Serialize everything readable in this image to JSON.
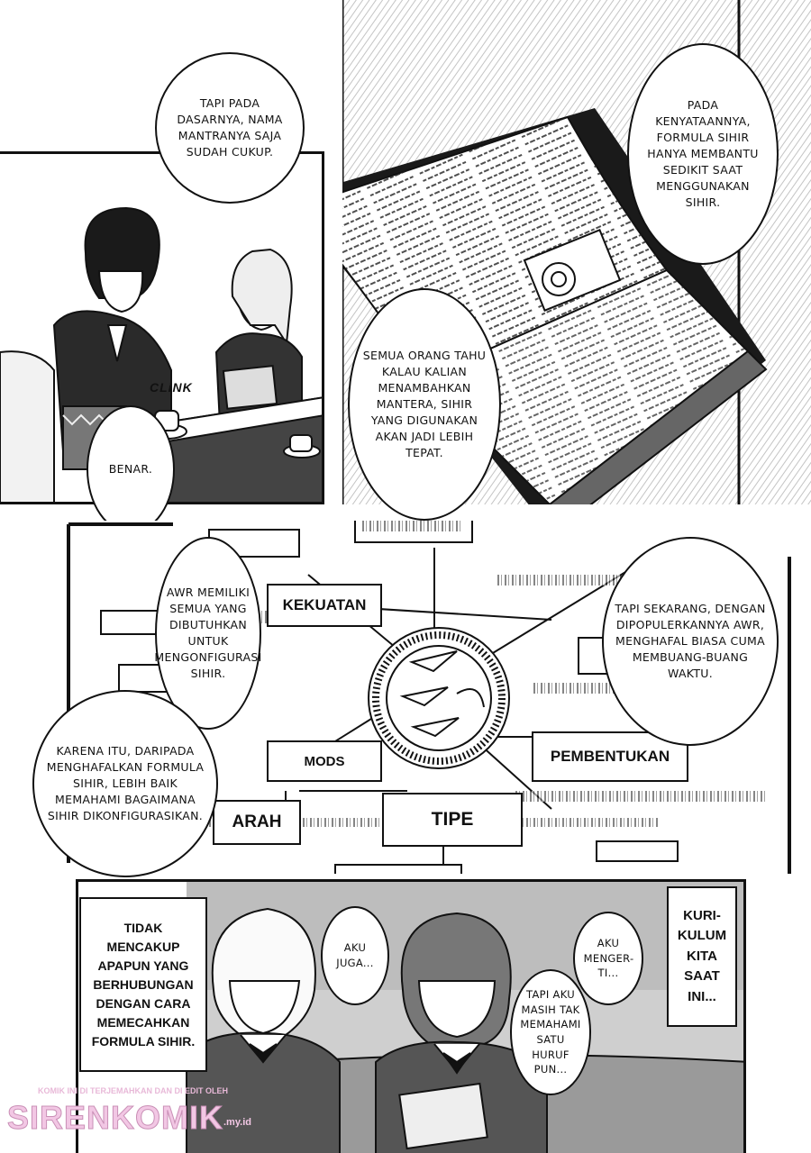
{
  "panel_top": {
    "bubbles": [
      "TAPI PADA DASARNYA, NAMA MANTRANYA SAJA SUDAH CUKUP.",
      "PADA KENYATAANNYA, FORMULA SIHIR HANYA MEMBANTU SEDIKIT SAAT MENGGUNAKAN SIHIR.",
      "SEMUA ORANG TAHU KALAU KALIAN MENAMBAHKAN MANTERA, SIHIR YANG DIGUNAKAN AKAN JADI LEBIH TEPAT.",
      "BENAR."
    ],
    "sfx": "CLiNK"
  },
  "panel_middle": {
    "bubbles": [
      "AWR MEMILIKI SEMUA YANG DIBUTUHKAN UNTUK MENGONFIGURASI SIHIR.",
      "TAPI SEKARANG, DENGAN DIPOPULERKANNYA AWR, MENGHAFAL BIASA CUMA MEMBUANG-BUANG WAKTU.",
      "KARENA ITU, DARIPADA MENGHAFALKAN FORMULA SIHIR, LEBIH BAIK MEMAHAMI BAGAIMANA SIHIR DIKONFIGURASIKAN."
    ],
    "diagram_labels": {
      "kekuatan": "KEKUATAN",
      "mods": "MODS",
      "pembentukan": "PEMBENTUKAN",
      "arah": "ARAH",
      "tipe": "TIPE"
    }
  },
  "panel_bottom": {
    "caption_left": "TIDAK MENCAKUP APAPUN YANG BERHUBUNGAN DENGAN CARA MEMECAHKAN FORMULA SIHIR.",
    "caption_right": "KURI-KULUM KITA SAAT INI...",
    "bubbles": [
      "AKU JUGA...",
      "AKU MENGER-TI...",
      "TAPI AKU MASIH TAK MEMAHAMI SATU HURUF PUN..."
    ]
  },
  "watermark": {
    "line": "KOMIK INI DI TERJEMAHKAN DAN DI EDIT OLEH",
    "brand": "SIRENKOMIK",
    "domain": ".my.id"
  }
}
